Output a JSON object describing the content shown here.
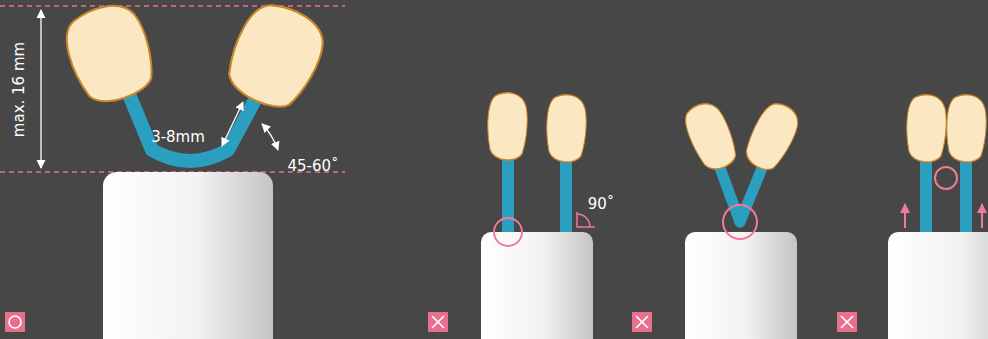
{
  "diagram": {
    "labels": [
      "max. 16 mm",
      "3-8mm",
      "45-60˚",
      "90˚"
    ]
  }
}
